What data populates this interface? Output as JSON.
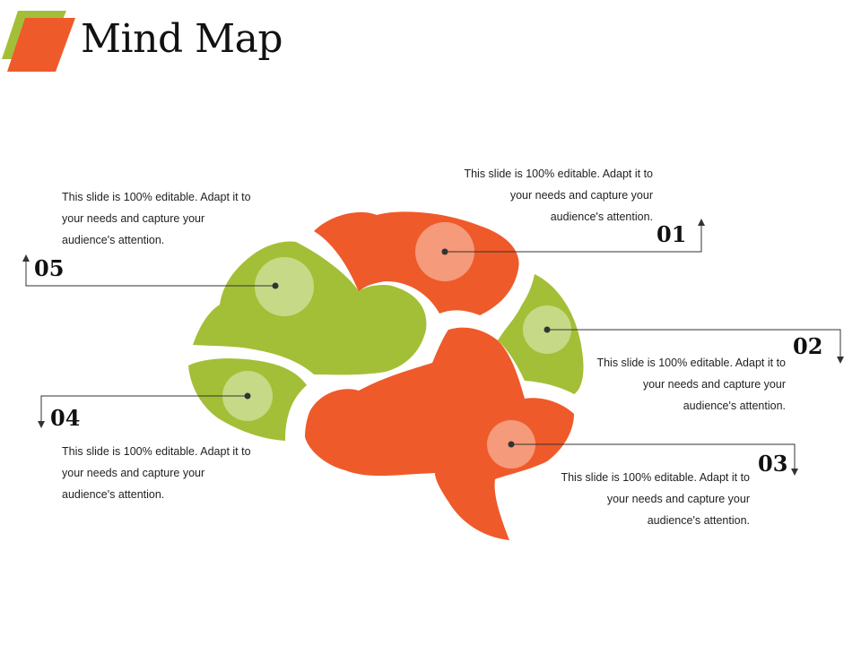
{
  "title": "Mind Map",
  "colors": {
    "green": "#A3BF37",
    "orange": "#EF5A2B",
    "green_light": "#C6D986",
    "orange_light": "#F59A7A",
    "line": "#333333"
  },
  "items": [
    {
      "number": "01",
      "text": "This slide is 100% editable. Adapt it to your needs and capture your audience's attention."
    },
    {
      "number": "02",
      "text": "This slide is 100% editable. Adapt it to your needs and capture your audience's attention."
    },
    {
      "number": "03",
      "text": "This slide is 100% editable. Adapt it to your needs and capture your audience's attention."
    },
    {
      "number": "04",
      "text": "This slide is 100% editable. Adapt it to your needs and capture your audience's attention."
    },
    {
      "number": "05",
      "text": "This slide is 100% editable. Adapt it to your needs and capture your audience's attention."
    }
  ]
}
